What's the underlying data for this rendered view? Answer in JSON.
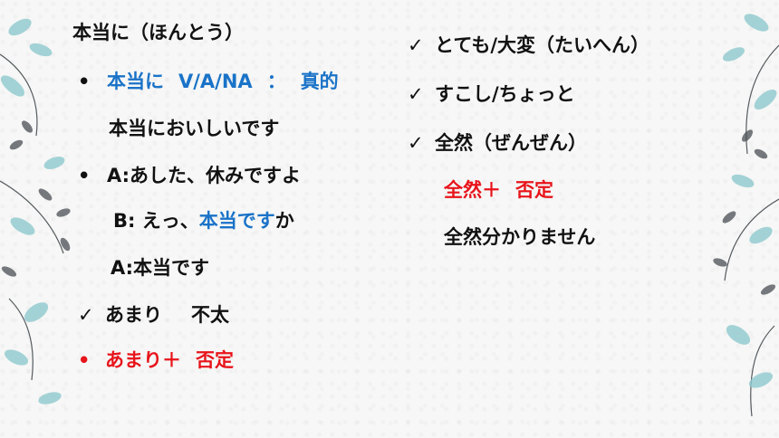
{
  "left_column": {
    "l1": "本当に（ほんとう）",
    "l2_bullet": "•",
    "l2_term": "本当に",
    "l2_pos": "V/A/NA",
    "l2_colon": "：",
    "l2_meaning": "真的",
    "l3": "本当においしいです",
    "l4_bullet": "•",
    "l4": "A:あした、休みですよ",
    "l5_pre": "B: えっ、",
    "l5_blue": "本当です",
    "l5_post": "か",
    "l6": "A:本当です",
    "l7_check": "✓",
    "l7_word": "あまり",
    "l7_meaning": "不太",
    "l8_bullet": "•",
    "l8_word": "あまり＋",
    "l8_rule": "否定"
  },
  "right_column": {
    "r1_check": "✓",
    "r1": "とても/大変（たいへん）",
    "r2_check": "✓",
    "r2": "すこし/ちょっと",
    "r3_check": "✓",
    "r3": "全然（ぜんぜん）",
    "r4_word": "全然＋",
    "r4_rule": "否定",
    "r5": "全然分かりません"
  },
  "colors": {
    "blue": "#1a73c8",
    "red": "#e8141b",
    "leaf_teal": "#8fc9cf",
    "leaf_gray": "#4a4f55"
  },
  "icons": [
    "leaf-branch-icon",
    "check-icon",
    "bullet-icon"
  ]
}
